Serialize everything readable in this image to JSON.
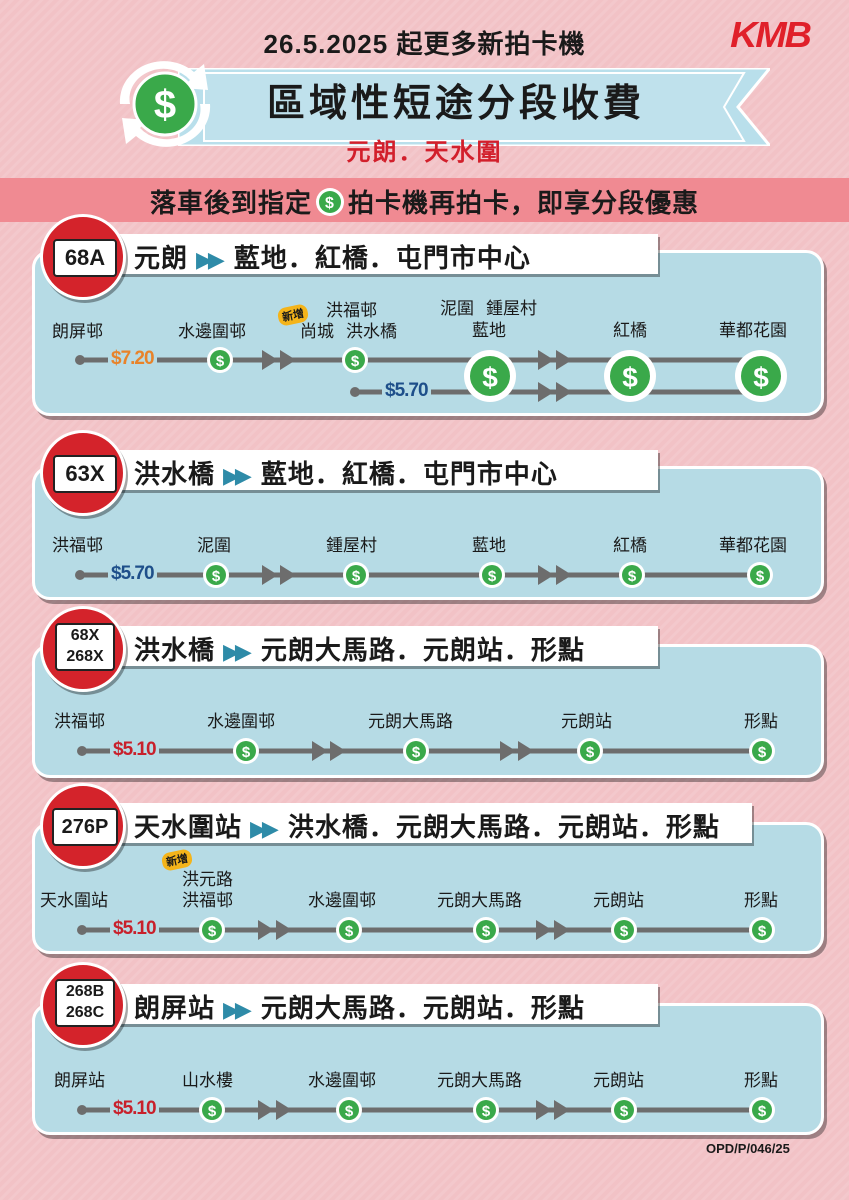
{
  "header": {
    "date_line": "26.5.2025 起更多新拍卡機",
    "logo": "KMB",
    "title": "區域性短途分段收費",
    "subtitle": "元朗．天水圍",
    "instruction_before": "落車後到指定",
    "instruction_after": "拍卡機再拍卡，即享分段優惠"
  },
  "colors": {
    "accent_red": "#d4232b",
    "panel_blue": "#b6dbe5",
    "icon_green": "#3aa94a",
    "fare_orange": "#e8832a",
    "fare_red": "#c8202b",
    "fare_blue": "#1e4f8a"
  },
  "routes": [
    {
      "id": "68A",
      "origin": "元朗",
      "destination": "藍地．紅橋．屯門市中心",
      "fares": [
        {
          "text": "$7.20",
          "color": "#e8832a"
        },
        {
          "text": "$5.70",
          "color": "#1e4f8a"
        }
      ],
      "stops": [
        "朗屏邨",
        "水邊圍邨",
        "尚城",
        "洪福邨",
        "洪水橋",
        "泥圍",
        "鍾屋村",
        "藍地",
        "紅橋",
        "華都花園"
      ],
      "new_badge": "新增"
    },
    {
      "id": "63X",
      "origin": "洪水橋",
      "destination": "藍地．紅橋．屯門市中心",
      "fare": {
        "text": "$5.70",
        "color": "#1e4f8a"
      },
      "stops": [
        "洪福邨",
        "泥圍",
        "鍾屋村",
        "藍地",
        "紅橋",
        "華都花園"
      ]
    },
    {
      "id_line1": "68X",
      "id_line2": "268X",
      "origin": "洪水橋",
      "destination": "元朗大馬路．元朗站．形點",
      "fare": {
        "text": "$5.10",
        "color": "#c8202b"
      },
      "stops": [
        "洪福邨",
        "水邊圍邨",
        "元朗大馬路",
        "元朗站",
        "形點"
      ]
    },
    {
      "id": "276P",
      "origin": "天水圍站",
      "destination": "洪水橋．元朗大馬路．元朗站．形點",
      "fare": {
        "text": "$5.10",
        "color": "#c8202b"
      },
      "stops": [
        "天水圍站",
        "洪元路",
        "洪福邨",
        "水邊圍邨",
        "元朗大馬路",
        "元朗站",
        "形點"
      ],
      "new_badge": "新增"
    },
    {
      "id_line1": "268B",
      "id_line2": "268C",
      "origin": "朗屏站",
      "destination": "元朗大馬路．元朗站．形點",
      "fare": {
        "text": "$5.10",
        "color": "#c8202b"
      },
      "stops": [
        "朗屏站",
        "山水樓",
        "水邊圍邨",
        "元朗大馬路",
        "元朗站",
        "形點"
      ]
    }
  ],
  "footer": {
    "code": "OPD/P/046/25"
  },
  "icons": {
    "card_reader": "dollar-refresh-icon",
    "direction": "double-arrow-icon",
    "stop_marker": "dot-icon"
  }
}
